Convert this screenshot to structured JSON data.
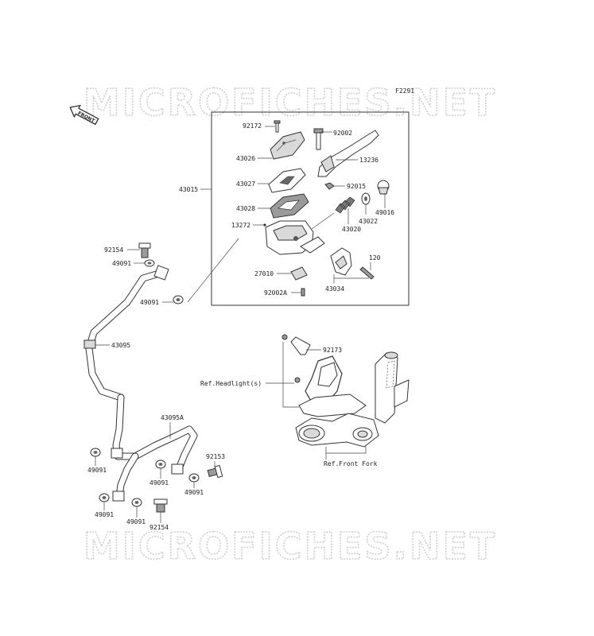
{
  "diagram_code": "F2291",
  "watermark": "MICROFICHES.NET",
  "front_badge": "FRONT",
  "labels": {
    "p92172": "92172",
    "p92002": "92002",
    "p43026": "43026",
    "p13236": "13236",
    "p43027": "43027",
    "p92015": "92015",
    "p43015": "43015",
    "p43028": "43028",
    "p49016": "49016",
    "p43022": "43022",
    "p13272": "13272",
    "p43020": "43020",
    "p92154_top": "92154",
    "p49091_top": "49091",
    "p120": "120",
    "p27010": "27010",
    "p49091_mid": "49091",
    "p92002A": "92002A",
    "p43034": "43034",
    "p43095": "43095",
    "p92173": "92173",
    "ref_headlight": "Ref.Headlight(s)",
    "p43095A": "43095A",
    "p92153": "92153",
    "p49091_l1": "49091",
    "p49091_c1": "49091",
    "p49091_r1": "49091",
    "ref_front_fork": "Ref.Front Fork",
    "p49091_l2": "49091",
    "p49091_c2": "49091",
    "p92154_bot": "92154"
  }
}
